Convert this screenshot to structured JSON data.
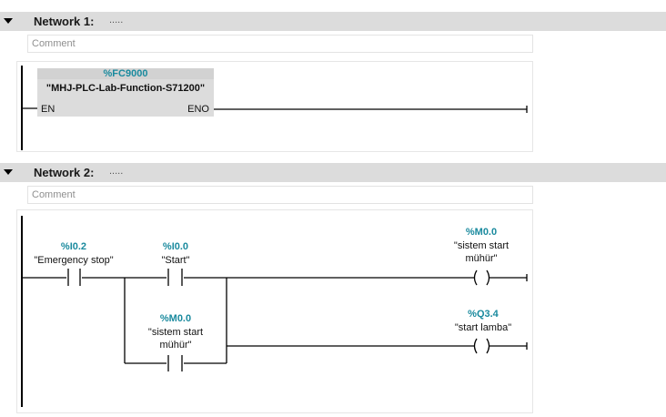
{
  "network1": {
    "title": "Network 1:",
    "dots": ".....",
    "comment": "Comment",
    "fc_block": {
      "address": "%FC9000",
      "name": "\"MHJ-PLC-Lab-Function-S71200\"",
      "en_label": "EN",
      "eno_label": "ENO"
    }
  },
  "network2": {
    "title": "Network 2:",
    "dots": ".....",
    "comment": "Comment",
    "contacts": [
      {
        "address": "%I0.2",
        "name": "\"Emergency stop\""
      },
      {
        "address": "%I0.0",
        "name": "\"Start\""
      },
      {
        "address": "%M0.0",
        "name_line1": "\"sistem start",
        "name_line2": "mühür\""
      }
    ],
    "coils": [
      {
        "address": "%M0.0",
        "name_line1": "\"sistem start",
        "name_line2": "mühür\""
      },
      {
        "address": "%Q3.4",
        "name": "\"start lamba\""
      }
    ]
  },
  "colors": {
    "header_bg": "#dcdcdc",
    "block_bg": "#dcdcdc",
    "address_teal": "#1a8a9e"
  }
}
